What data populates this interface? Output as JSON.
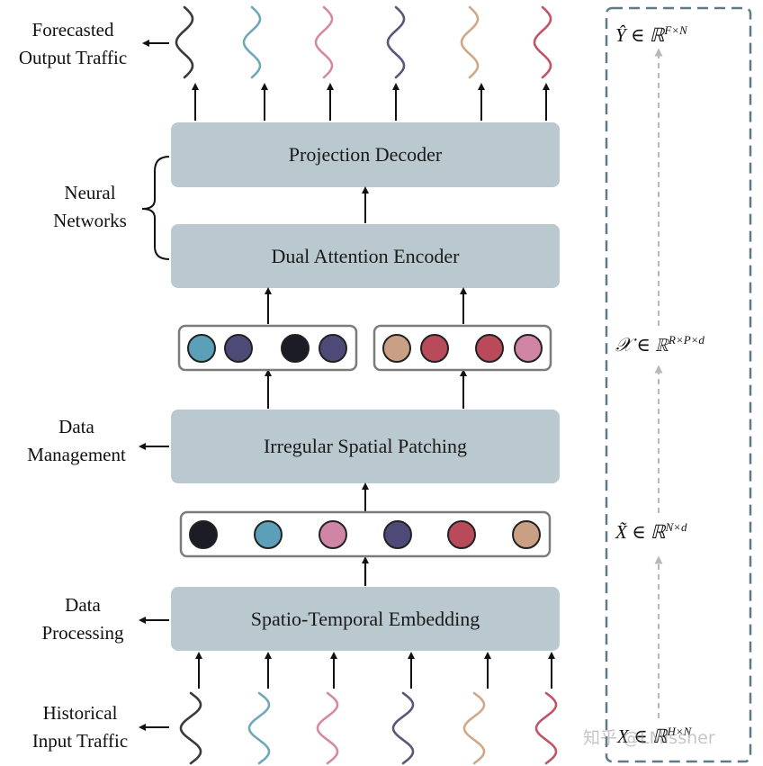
{
  "blocks": {
    "projection_decoder": "Projection Decoder",
    "dual_attention_encoder": "Dual Attention Encoder",
    "irregular_spatial_patching": "Irregular Spatial Patching",
    "spatio_temporal_embedding": "Spatio-Temporal Embedding"
  },
  "side_labels": {
    "forecasted_line1": "Forecasted",
    "forecasted_line2": "Output Traffic",
    "neural_line1": "Neural",
    "neural_line2": "Networks",
    "data_mgmt_line1": "Data",
    "data_mgmt_line2": "Management",
    "data_proc_line1": "Data",
    "data_proc_line2": "Processing",
    "historical_line1": "Historical",
    "historical_line2": "Input Traffic"
  },
  "math": {
    "y_hat": {
      "base": "Ŷ ∈ ℝ",
      "sup": "F×N"
    },
    "x_patch": {
      "base": "𝒳 ∈ ℝ",
      "sup": "R×P×d"
    },
    "x_tilde": {
      "base": "X̃ ∈ ℝ",
      "sup": "N×d"
    },
    "x_input": {
      "base": "X ∈ ℝ",
      "sup": "H×N"
    }
  },
  "watermark": "知乎 @LMissher",
  "colors": {
    "block_fill": "#bac8cf",
    "panel_border": "#5f7a85",
    "wave_colors": [
      "#3a3a3a",
      "#6fa8b8",
      "#d48aa3",
      "#5b5679",
      "#cfa888",
      "#bf5566"
    ],
    "group1_nodes": [
      "#5b9fb8",
      "#4e4a77",
      "#1b1c25",
      "#4e4a77"
    ],
    "group2_nodes": [
      "#c9a083",
      "#b84a5a",
      "#b84a5a",
      "#d185a4"
    ],
    "row_nodes": [
      "#1b1c25",
      "#5b9fb8",
      "#d185a4",
      "#4e4a77",
      "#b84a5a",
      "#c9a083"
    ]
  }
}
